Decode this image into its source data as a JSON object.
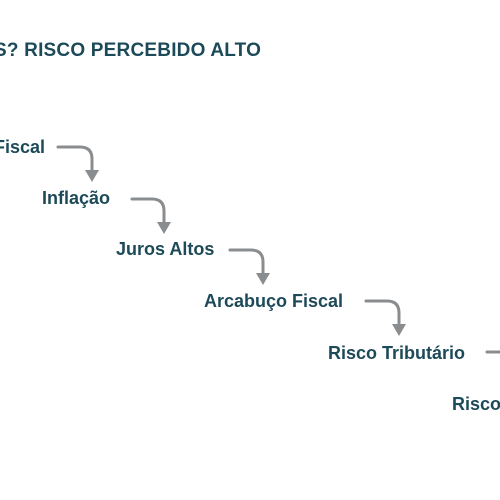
{
  "diagram": {
    "title": "S? RISCO PERCEBIDO ALTO",
    "nodes": [
      {
        "id": "n1",
        "label": "Fiscal"
      },
      {
        "id": "n2",
        "label": "Inflação"
      },
      {
        "id": "n3",
        "label": "Juros Altos"
      },
      {
        "id": "n4",
        "label": "Arcabuço Fiscal"
      },
      {
        "id": "n5",
        "label": "Risco Tributário"
      },
      {
        "id": "n6",
        "label": "Risco"
      }
    ],
    "edges": [
      {
        "from": "n1",
        "to": "n2"
      },
      {
        "from": "n2",
        "to": "n3"
      },
      {
        "from": "n3",
        "to": "n4"
      },
      {
        "from": "n4",
        "to": "n5"
      },
      {
        "from": "n5",
        "to": "n6"
      }
    ],
    "colors": {
      "text": "#1d4a58",
      "arrow": "#8a8d8f",
      "background": "#ffffff"
    }
  }
}
